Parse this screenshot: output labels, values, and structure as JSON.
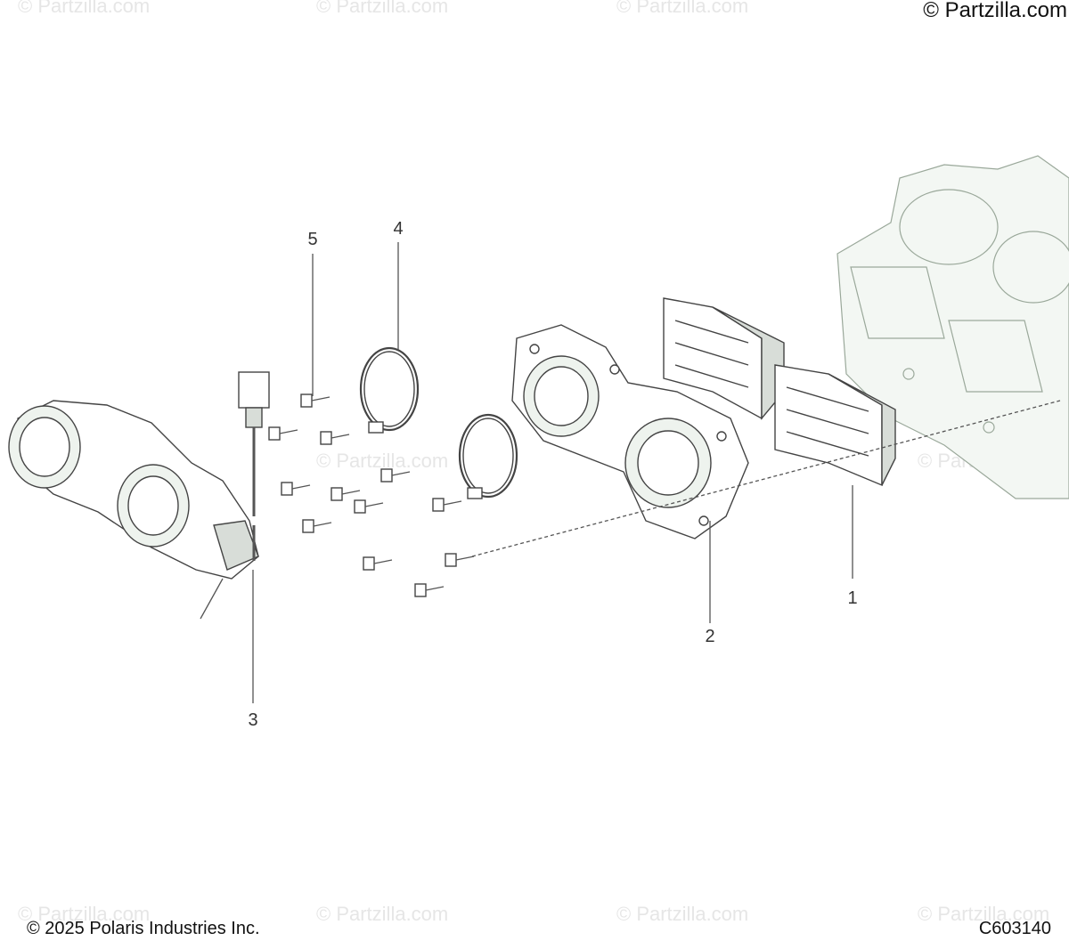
{
  "watermark": "© Partzilla.com",
  "brand": "© Partzilla.com",
  "footer": {
    "copyright": "© 2025 Polaris Industries Inc.",
    "diagram_code": "C603140"
  },
  "callouts": [
    "1",
    "2",
    "3",
    "4",
    "5"
  ]
}
